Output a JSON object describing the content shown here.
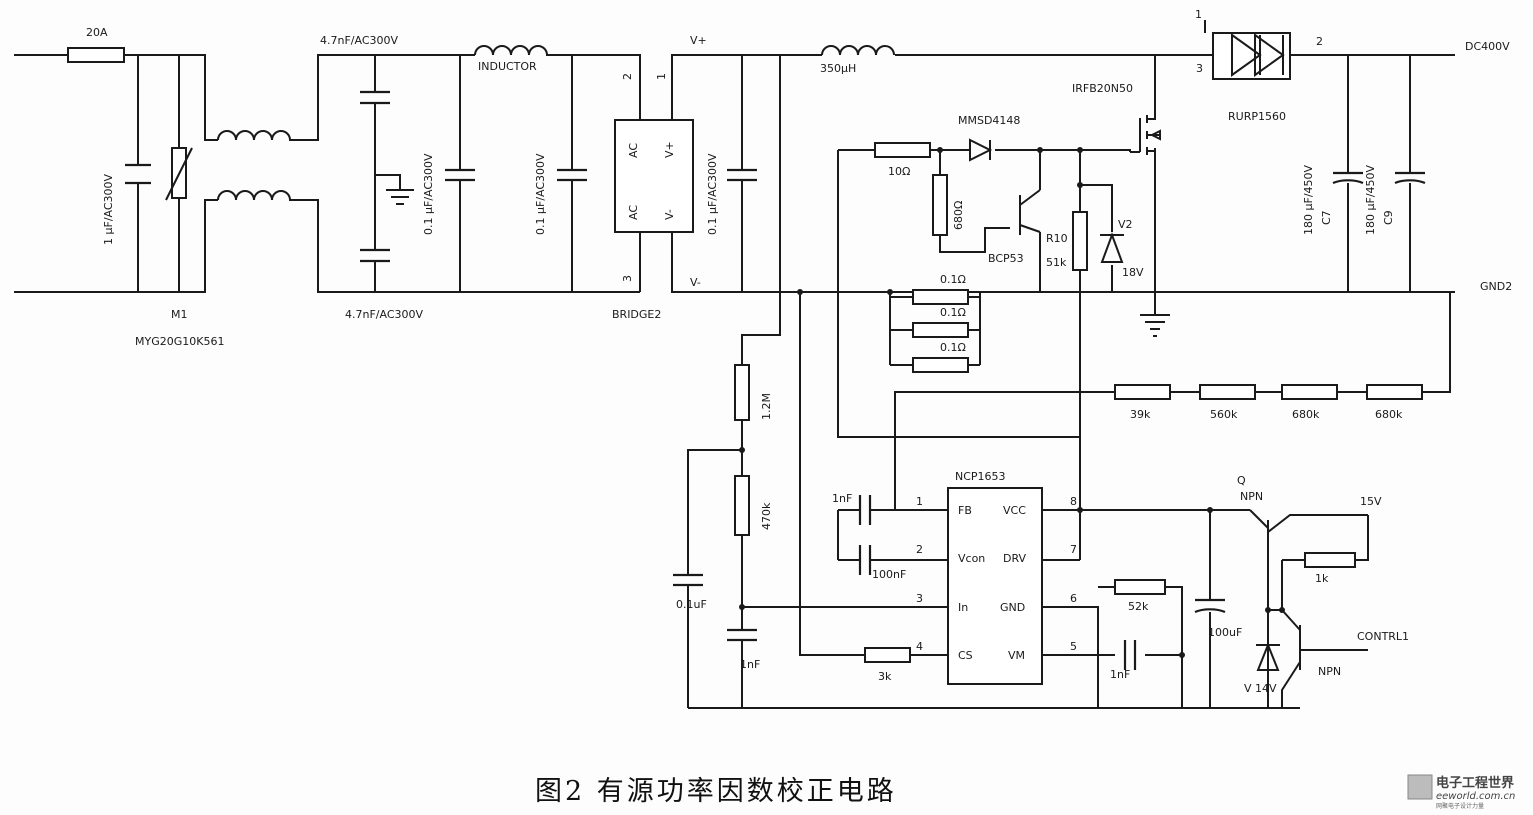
{
  "labels": {
    "fuse": "20A",
    "c_in": "1 μF/AC300V",
    "varistor_ref": "M1",
    "varistor_part": "MYG20G10K561",
    "c_y_top": "4.7nF/AC300V",
    "c_y_bot": "4.7nF/AC300V",
    "c_x1": "0.1 μF/AC300V",
    "inductor": "INDUCTOR",
    "c_x2": "0.1 μF/AC300V",
    "bridge_ref": "BRIDGE2",
    "bridge_ac1": "AC",
    "bridge_ac2": "AC",
    "bridge_vp": "V+",
    "bridge_vm": "V-",
    "bridge_pin1": "1",
    "bridge_pin2": "2",
    "bridge_pin3": "3",
    "vplus": "V+",
    "vminus": "V-",
    "c_x3": "0.1 μF/AC300V",
    "boost_ind": "350μH",
    "diode_out": "RURP1560",
    "diode_pin1": "1",
    "diode_pin2": "2",
    "diode_pin3": "3",
    "out_voltage": "DC400V",
    "gnd2": "GND2",
    "c7_val": "180 μF/450V",
    "c7_ref": "C7",
    "c9_val": "180 μF/450V",
    "c9_ref": "C9",
    "mosfet": "IRFB20N50",
    "diode_drv": "MMSD4148",
    "r_gate": "10Ω",
    "r_680": "680Ω",
    "pnp": "BCP53",
    "r10_ref": "R10",
    "r10_val": "51k",
    "zener_ref": "V2",
    "zener_val": "18V",
    "r_shunt1": "0.1Ω",
    "r_shunt2": "0.1Ω",
    "r_shunt3": "0.1Ω",
    "r_fb1": "39k",
    "r_fb2": "560k",
    "r_fb3": "680k",
    "r_fb4": "680k",
    "r_div1": "1.2M",
    "r_div2": "470k",
    "c_01": "0.1uF",
    "c_1nf_a": "1nF",
    "c_1nf_b": "1nF",
    "c_100nf": "100nF",
    "r_cs": "3k",
    "ic": "NCP1653",
    "ic_fb": "FB",
    "ic_vcc": "VCC",
    "ic_vcon": "Vcon",
    "ic_drv": "DRV",
    "ic_in": "In",
    "ic_gnd": "GND",
    "ic_cs": "CS",
    "ic_vm": "VM",
    "ic_p1": "1",
    "ic_p2": "2",
    "ic_p3": "3",
    "ic_p4": "4",
    "ic_p5": "5",
    "ic_p6": "6",
    "ic_p7": "7",
    "ic_p8": "8",
    "r_vm": "52k",
    "c_vm": "1nF",
    "c_vcc": "100uF",
    "q_ref": "Q",
    "q_type": "NPN",
    "v15": "15V",
    "r_1k": "1k",
    "zener2": "V 14V",
    "npn2": "NPN",
    "control": "CONTRL1"
  },
  "caption": "图2   有源功率因数校正电路",
  "watermark": {
    "cn": "电子工程世界",
    "site": "eeworld.com.cn",
    "tag": "网聚电子设计力量"
  }
}
